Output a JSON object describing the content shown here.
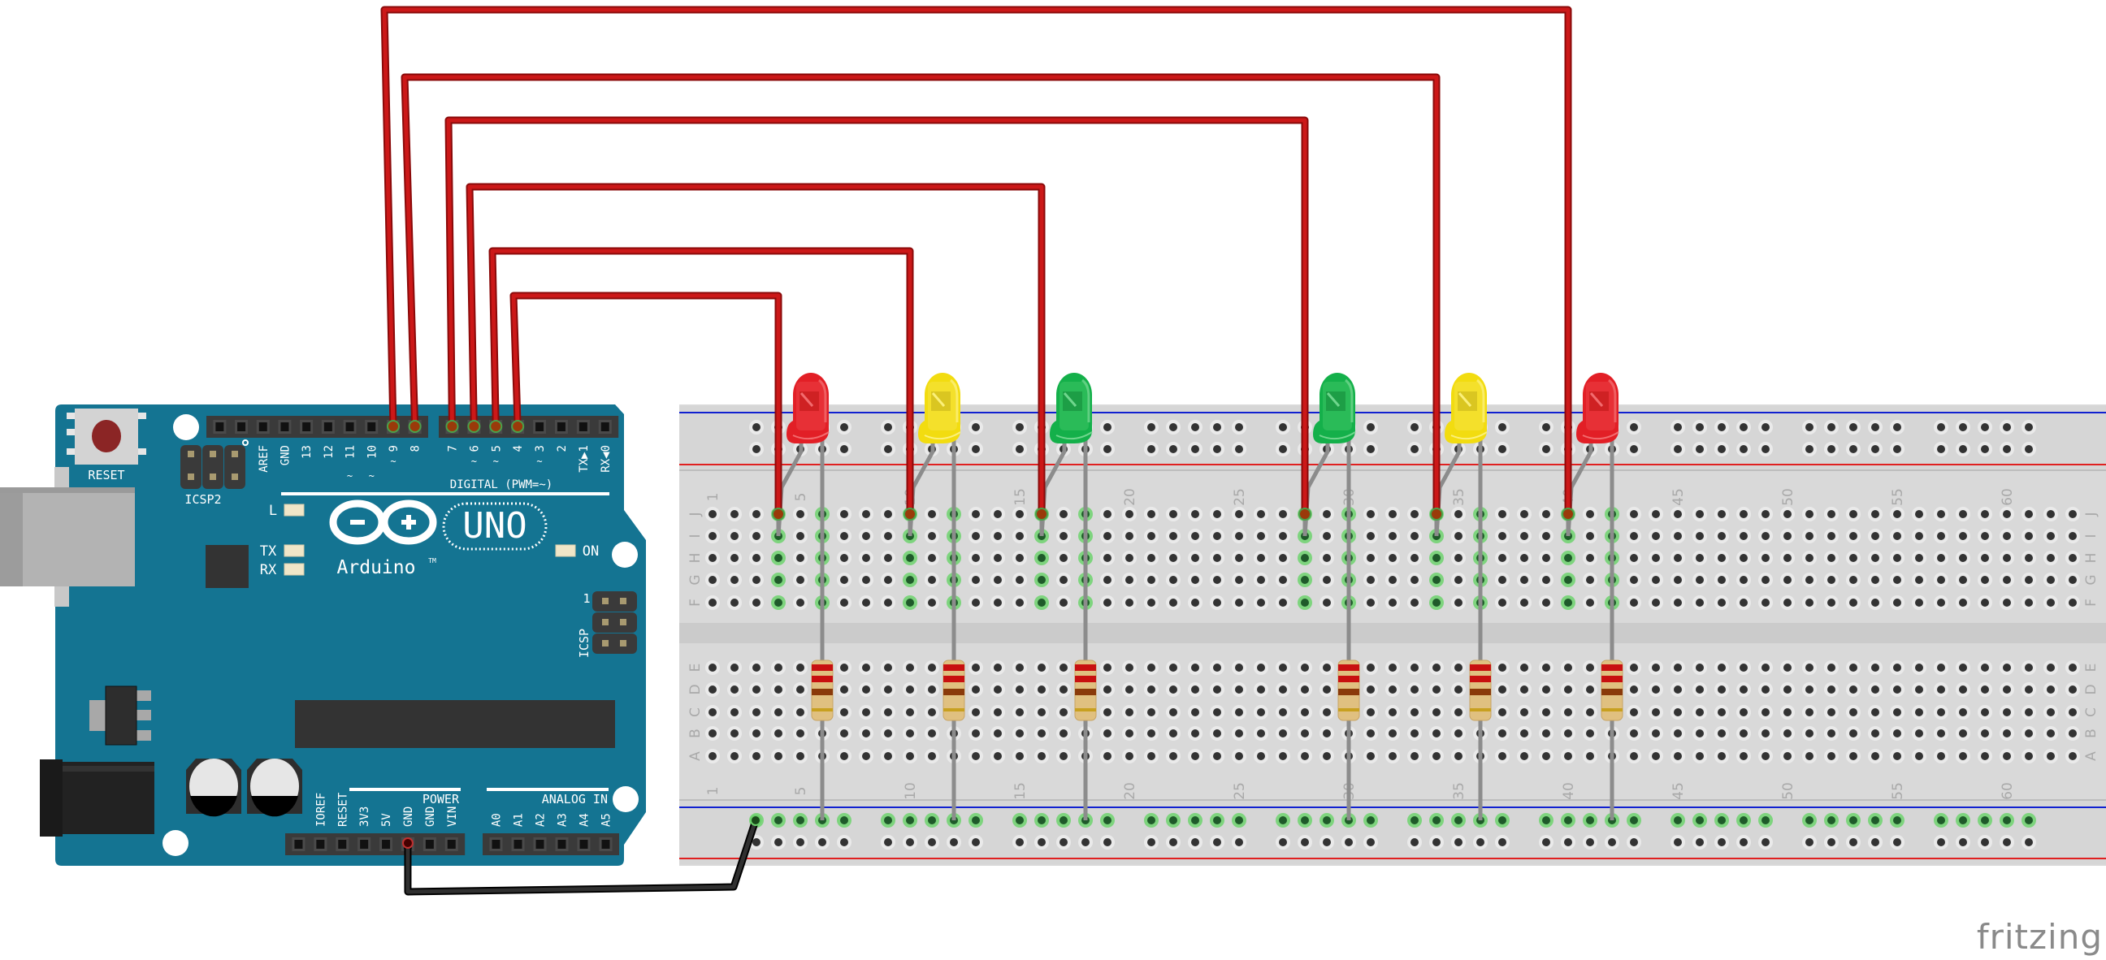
{
  "app": {
    "watermark": "fritzing"
  },
  "colors": {
    "board": "#147492",
    "board_dark": "#0f5f78",
    "header": "#3a3a3a",
    "wire_signal": "#cc1818",
    "wire_signal_dark": "#8a0a0a",
    "wire_ground": "#303030",
    "breadboard": "#d9d9d9",
    "breadboard_channel": "#cbcbcb",
    "hole": "#333333",
    "hole_ring": "#eaeaea",
    "hole_active": "#7ed47e",
    "rail_plus": "#e02020",
    "rail_minus": "#1020d0",
    "leg": "#8c8c8c",
    "resistor_body": "#e0c080",
    "band_red": "#c81010",
    "band_brown": "#8a3a0a",
    "band_gold": "#c8a020"
  },
  "arduino": {
    "model_logo": "UNO",
    "brand": "Arduino",
    "trademark": "TM",
    "reset_label": "RESET",
    "icsp2_label": "ICSP2",
    "icsp_label": "ICSP",
    "icsp_pin1_label": "1",
    "led_labels": {
      "l": "L",
      "tx": "TX",
      "rx": "RX",
      "on": "ON"
    },
    "digital_title": "DIGITAL (PWM=~)",
    "power_title": "POWER",
    "analog_title": "ANALOG IN",
    "digital_header_a": [
      {
        "label": "",
        "pwm": false
      },
      {
        "label": "",
        "pwm": false
      },
      {
        "label": "AREF",
        "pwm": false
      },
      {
        "label": "GND",
        "pwm": false
      },
      {
        "label": "13",
        "pwm": false
      },
      {
        "label": "12",
        "pwm": false
      },
      {
        "label": "11",
        "pwm": true
      },
      {
        "label": "10",
        "pwm": true
      },
      {
        "label": "9",
        "pwm": true
      },
      {
        "label": "8",
        "pwm": false
      }
    ],
    "digital_header_b": [
      {
        "label": "7",
        "pwm": false
      },
      {
        "label": "6",
        "pwm": true
      },
      {
        "label": "5",
        "pwm": true
      },
      {
        "label": "4",
        "pwm": false
      },
      {
        "label": "3",
        "pwm": true
      },
      {
        "label": "2",
        "pwm": false
      },
      {
        "label": "TX▶1",
        "pwm": false
      },
      {
        "label": "RX◀0",
        "pwm": false
      }
    ],
    "power_header": [
      "",
      "IOREF",
      "RESET",
      "3V3",
      "5V",
      "GND",
      "GND",
      "VIN"
    ],
    "analog_header": [
      "A0",
      "A1",
      "A2",
      "A3",
      "A4",
      "A5"
    ]
  },
  "breadboard": {
    "columns": 63,
    "rows_top": [
      "J",
      "I",
      "H",
      "G",
      "F"
    ],
    "rows_bottom": [
      "E",
      "D",
      "C",
      "B",
      "A"
    ],
    "column_labels": [
      1,
      5,
      10,
      15,
      20,
      25,
      30,
      35,
      40,
      45,
      50,
      55,
      60
    ]
  },
  "circuit": {
    "leds": [
      {
        "color": "red",
        "anode_column": 4,
        "cathode_column": 6,
        "pin": "4"
      },
      {
        "color": "yellow",
        "anode_column": 10,
        "cathode_column": 12,
        "pin": "5"
      },
      {
        "color": "green",
        "anode_column": 16,
        "cathode_column": 18,
        "pin": "6"
      },
      {
        "color": "green",
        "anode_column": 28,
        "cathode_column": 30,
        "pin": "7"
      },
      {
        "color": "yellow",
        "anode_column": 34,
        "cathode_column": 36,
        "pin": "8"
      },
      {
        "color": "red",
        "anode_column": 40,
        "cathode_column": 42,
        "pin": "9"
      }
    ],
    "led_colors": {
      "red": {
        "body": "#e8343a",
        "light": "#f26b6e",
        "dark": "#c01818",
        "base": "#e21f26"
      },
      "yellow": {
        "body": "#f5e030",
        "light": "#fbf07a",
        "dark": "#c8b41a",
        "base": "#f2dc10"
      },
      "green": {
        "body": "#2ebd5a",
        "light": "#6fd68d",
        "dark": "#168a3a",
        "base": "#14b04a"
      }
    },
    "resistor": {
      "value": "220Ω",
      "bands": [
        "red",
        "red",
        "brown",
        "gold"
      ]
    },
    "ground_wire": {
      "from_pin": "GND",
      "to": "bottom rail"
    }
  }
}
